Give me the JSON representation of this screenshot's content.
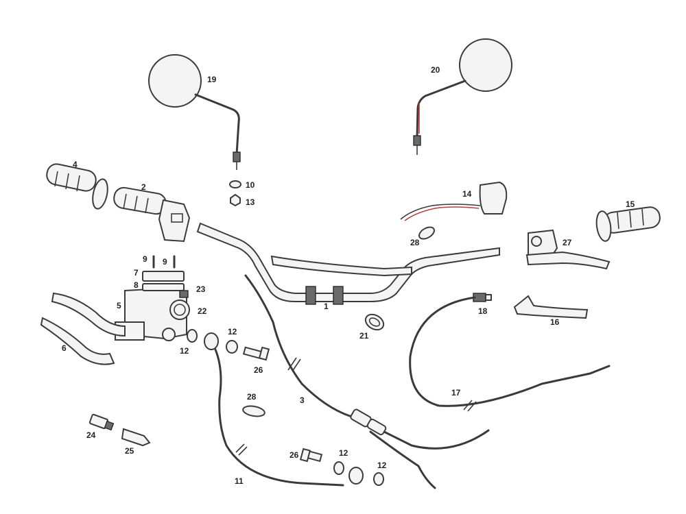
{
  "callouts": [
    {
      "id": "c1",
      "text": "1"
    },
    {
      "id": "c2",
      "text": "2"
    },
    {
      "id": "c3",
      "text": "3"
    },
    {
      "id": "c4",
      "text": "4"
    },
    {
      "id": "c5",
      "text": "5"
    },
    {
      "id": "c6",
      "text": "6"
    },
    {
      "id": "c7",
      "text": "7"
    },
    {
      "id": "c8",
      "text": "8"
    },
    {
      "id": "c9a",
      "text": "9"
    },
    {
      "id": "c9b",
      "text": "9"
    },
    {
      "id": "c10",
      "text": "10"
    },
    {
      "id": "c11",
      "text": "11"
    },
    {
      "id": "c12a",
      "text": "12"
    },
    {
      "id": "c12b",
      "text": "12"
    },
    {
      "id": "c12c",
      "text": "12"
    },
    {
      "id": "c12d",
      "text": "12"
    },
    {
      "id": "c13",
      "text": "13"
    },
    {
      "id": "c14",
      "text": "14"
    },
    {
      "id": "c15",
      "text": "15"
    },
    {
      "id": "c16",
      "text": "16"
    },
    {
      "id": "c17",
      "text": "17"
    },
    {
      "id": "c18",
      "text": "18"
    },
    {
      "id": "c19",
      "text": "19"
    },
    {
      "id": "c20",
      "text": "20"
    },
    {
      "id": "c21",
      "text": "21"
    },
    {
      "id": "c22",
      "text": "22"
    },
    {
      "id": "c23",
      "text": "23"
    },
    {
      "id": "c24",
      "text": "24"
    },
    {
      "id": "c25",
      "text": "25"
    },
    {
      "id": "c26a",
      "text": "26"
    },
    {
      "id": "c26b",
      "text": "26"
    },
    {
      "id": "c27",
      "text": "27"
    },
    {
      "id": "c28a",
      "text": "28"
    },
    {
      "id": "c28b",
      "text": "28"
    }
  ]
}
